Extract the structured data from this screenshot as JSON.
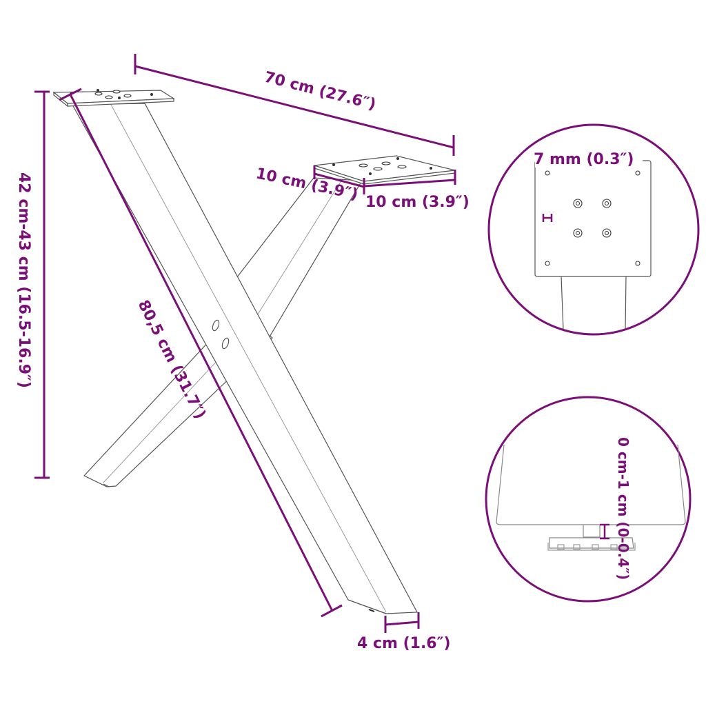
{
  "diagram": {
    "subject": "X-shaped table leg",
    "accent_color": "#7b0f78",
    "line_color": "#555555",
    "dimensions": {
      "top_width": "70 cm (27.6″)",
      "height": "42 cm-43 cm (16.5-16.9″)",
      "diagonal_length": "80,5 cm (31.7″)",
      "plate_depth": "10 cm (3.9″)",
      "plate_width": "10 cm (3.9″)",
      "profile_width": "4 cm (1.6″)"
    },
    "detail_plate": {
      "thickness_label": "7 mm (0.3″)"
    },
    "detail_foot": {
      "adjust_label": "0 cm-1 cm (0-0.4″)"
    }
  }
}
